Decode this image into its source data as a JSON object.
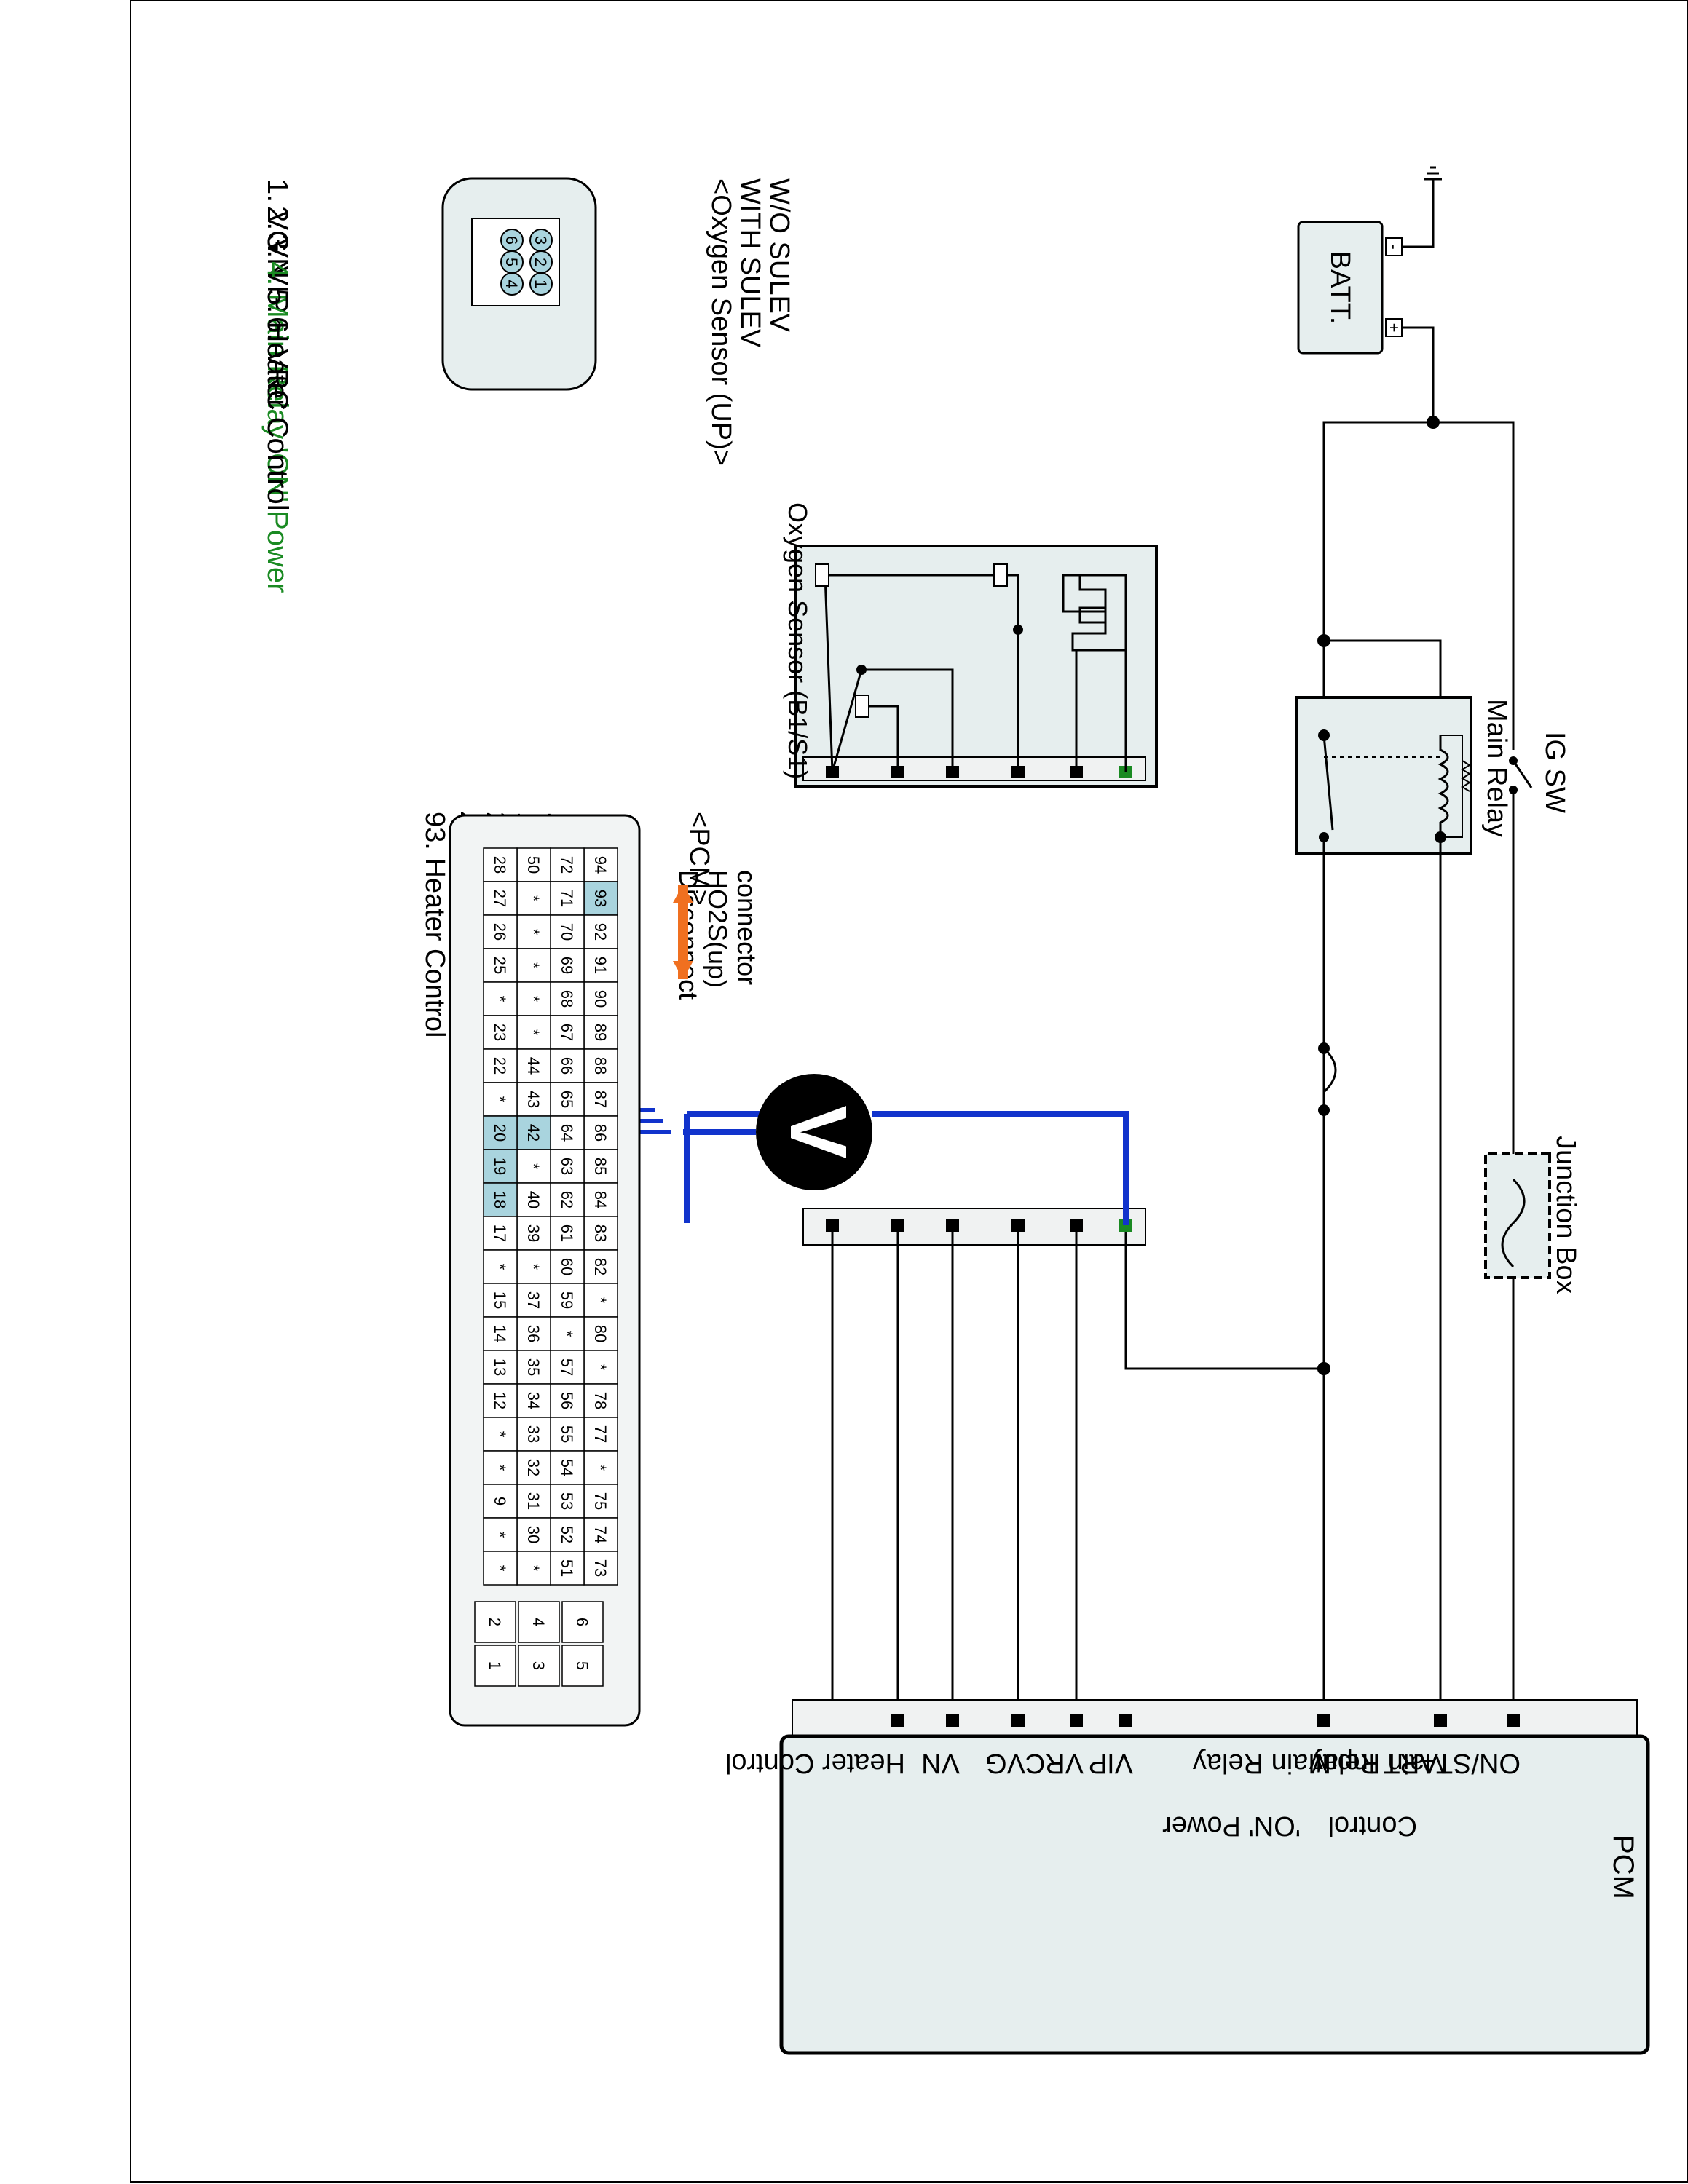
{
  "diagram": {
    "components": {
      "battery": {
        "label": "BATT.",
        "plus": "+",
        "minus": "-"
      },
      "ig_switch": {
        "label": "IG SW"
      },
      "main_relay": {
        "label": "Main Relay"
      },
      "junction_box": {
        "label": "Junction Box"
      },
      "oxygen_sensor": {
        "label": "Oxygen Sensor (B1/S1)"
      },
      "disconnect_note": {
        "lines": [
          "Disconnect",
          "HO2S(up)",
          "connector"
        ]
      },
      "voltmeter": {
        "symbol": "V"
      },
      "pcm": {
        "title": "PCM",
        "pins": [
          {
            "lines": [
              "ON/START Input"
            ]
          },
          {
            "lines": [
              "Main Relay",
              "Control"
            ]
          },
          {
            "lines": [
              "Main Relay",
              "'ON' Power"
            ]
          },
          {
            "lines": [
              "Heater Control"
            ]
          },
          {
            "lines": [
              "VN"
            ]
          },
          {
            "lines": [
              "VG"
            ]
          },
          {
            "lines": [
              "VRC"
            ]
          },
          {
            "lines": [
              "VIP"
            ]
          }
        ]
      }
    },
    "sensor_connector": {
      "title_lines": [
        "<Oxygen Sensor (UP)>",
        "WITH SULEV",
        "W/O SULEV"
      ],
      "pin_numbers": [
        "3",
        "2",
        "1",
        "6",
        "5",
        "4"
      ],
      "pins": [
        {
          "text": "1. VG",
          "highlight": false
        },
        {
          "text": "2. VN",
          "highlight": false
        },
        {
          "text": "3. VIP",
          "highlight": false
        },
        {
          "text": "4. Main Relay  'ON' Power",
          "highlight": true
        },
        {
          "text": "5. Heater Control",
          "highlight": false
        },
        {
          "text": "6. VRC",
          "highlight": false
        }
      ]
    },
    "pcm_connector": {
      "title": "<PCM>",
      "pins": [
        "18. VIP",
        "19. VN",
        "20. VG",
        "42. VRC",
        "93. Heater Control"
      ],
      "rows": [
        [
          "94",
          "93",
          "92",
          "91",
          "90",
          "89",
          "88",
          "87",
          "86",
          "85",
          "84",
          "83",
          "82",
          "*",
          "80",
          "*",
          "78",
          "77",
          "*",
          "75",
          "74",
          "73"
        ],
        [
          "72",
          "71",
          "70",
          "69",
          "68",
          "67",
          "66",
          "65",
          "64",
          "63",
          "62",
          "61",
          "60",
          "59",
          "*",
          "57",
          "56",
          "55",
          "54",
          "53",
          "52",
          "51"
        ],
        [
          "50",
          "*",
          "*",
          "*",
          "*",
          "*",
          "44",
          "43",
          "42",
          "*",
          "40",
          "39",
          "*",
          "37",
          "36",
          "35",
          "34",
          "33",
          "32",
          "31",
          "30",
          "*"
        ],
        [
          "28",
          "27",
          "26",
          "25",
          "*",
          "23",
          "22",
          "*",
          "20",
          "19",
          "18",
          "17",
          "*",
          "15",
          "14",
          "13",
          "12",
          "*",
          "*",
          "9",
          "*",
          "*"
        ]
      ],
      "aux_row_a": [
        "6",
        "4",
        "2"
      ],
      "aux_row_b": [
        "5",
        "3",
        "1"
      ],
      "highlighted": [
        "93",
        "42",
        "20",
        "19",
        "18"
      ]
    },
    "colors": {
      "highlight_cell": "#a9d4de",
      "probe_wire": "#1133cc",
      "arrow": "#f07020",
      "green_pin": "#1a8a22",
      "box_fill": "#e6eeee"
    }
  }
}
